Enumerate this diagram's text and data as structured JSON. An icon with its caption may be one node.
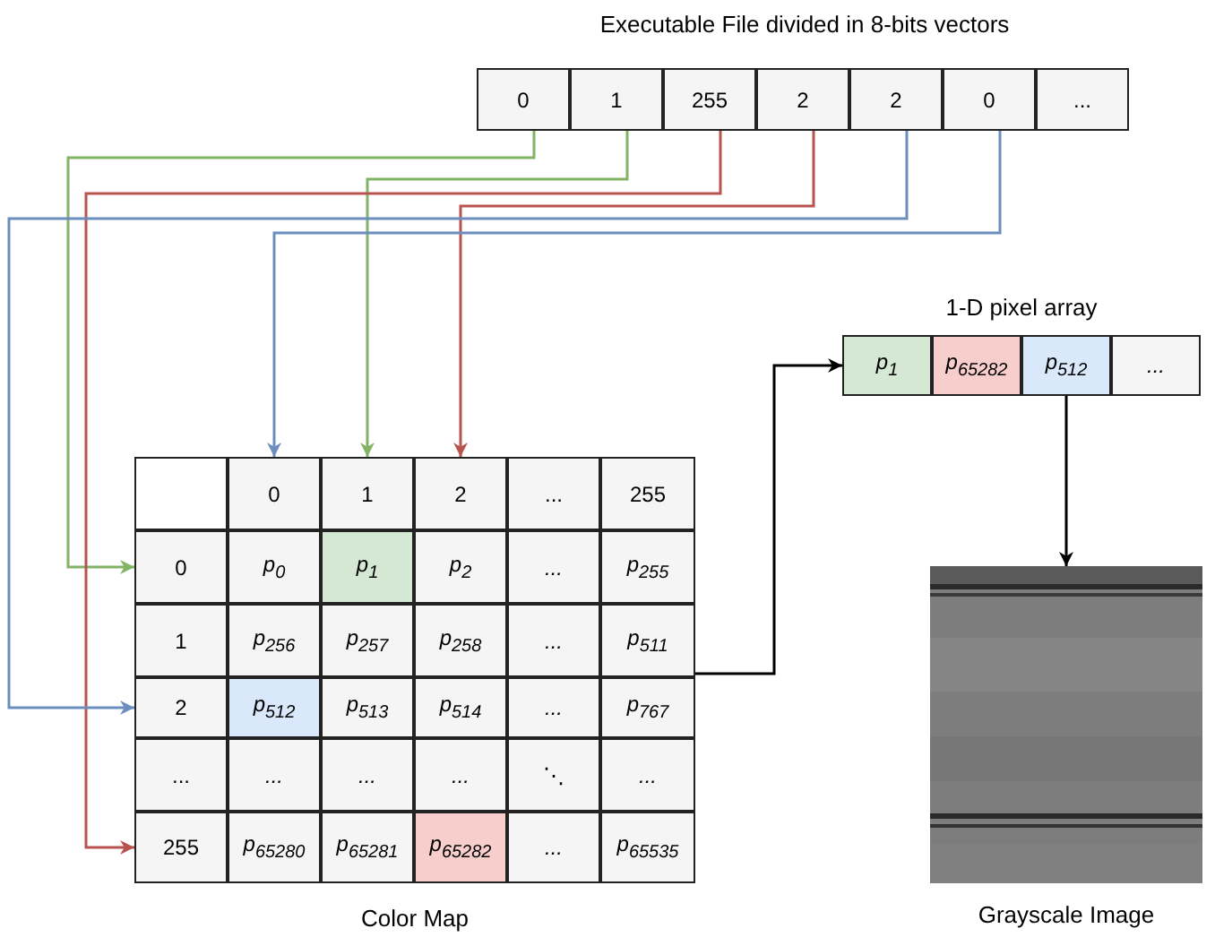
{
  "diagram": {
    "nodes": [
      {
        "text": [
          "Executable File divided in 8-bits vectors"
        ]
      },
      {
        "text": [
          "0"
        ],
        "in": 0
      },
      {
        "text": [
          "1"
        ],
        "in": 0
      },
      {
        "text": [
          "255"
        ],
        "in": 0
      },
      {
        "text": [
          "2"
        ],
        "in": 0
      },
      {
        "text": [
          "2"
        ],
        "in": 0
      },
      {
        "text": [
          "0"
        ],
        "in": 0
      },
      {
        "text": [
          "..."
        ],
        "in": 0
      },
      {
        "text": [
          "Color Map"
        ]
      },
      {
        "text": [],
        "shape": "box",
        "in": 8
      },
      {
        "text": [
          "0"
        ],
        "in": 8
      },
      {
        "text": [
          "1"
        ],
        "in": 8
      },
      {
        "text": [
          "2"
        ],
        "in": 8
      },
      {
        "text": [
          "..."
        ],
        "in": 8
      },
      {
        "text": [
          "255"
        ],
        "in": 8
      },
      {
        "text": [
          "0"
        ],
        "in": 8
      },
      {
        "text": [
          "p$_{0}$"
        ],
        "in": 8
      },
      {
        "text": [
          "p$_{1}$"
        ],
        "in": 8
      },
      {
        "text": [
          "p$_{2}$"
        ],
        "in": 8
      },
      {
        "text": [
          "..."
        ],
        "in": 8
      },
      {
        "text": [
          "p$_{255}$"
        ],
        "in": 8
      },
      {
        "text": [
          "1"
        ],
        "in": 8
      },
      {
        "text": [
          "p$_{256}$"
        ],
        "in": 8
      },
      {
        "text": [
          "p$_{257}$"
        ],
        "in": 8
      },
      {
        "text": [
          "p$_{258}$"
        ],
        "in": 8
      },
      {
        "text": [
          "..."
        ],
        "in": 8
      },
      {
        "text": [
          "p$_{511}$"
        ],
        "in": 8
      },
      {
        "text": [
          "2"
        ],
        "in": 8
      },
      {
        "text": [
          "p$_{512}$"
        ],
        "in": 8
      },
      {
        "text": [
          "p$_{513}$"
        ],
        "in": 8
      },
      {
        "text": [
          "p$_{514}$"
        ],
        "in": 8
      },
      {
        "text": [
          "..."
        ],
        "in": 8
      },
      {
        "text": [
          "p$_{767}$"
        ],
        "in": 8
      },
      {
        "text": [
          "..."
        ],
        "in": 8
      },
      {
        "text": [
          "..."
        ],
        "in": 8
      },
      {
        "text": [
          "..."
        ],
        "in": 8
      },
      {
        "text": [
          "..."
        ],
        "in": 8
      },
      {
        "text": [
          "⋱"
        ],
        "in": 8
      },
      {
        "text": [
          "..."
        ],
        "in": 8
      },
      {
        "text": [
          "255"
        ],
        "in": 8
      },
      {
        "text": [
          "p$_{65280}$"
        ],
        "in": 8
      },
      {
        "text": [
          "p$_{65281}$"
        ],
        "in": 8
      },
      {
        "text": [
          "p$_{65282}$"
        ],
        "in": 8
      },
      {
        "text": [
          "..."
        ],
        "in": 8
      },
      {
        "text": [
          "p$_{65535}$"
        ],
        "in": 8
      },
      {
        "text": [
          "1-D pixel array"
        ]
      },
      {
        "text": [
          "p$_{1}$"
        ],
        "in": 45
      },
      {
        "text": [
          "p$_{65282}$"
        ],
        "in": 45
      },
      {
        "text": [
          "p$_{512}$"
        ],
        "in": 45
      },
      {
        "text": [
          "..."
        ],
        "in": 45
      },
      {
        "text": [],
        "shape": "picture",
        "beside": [
          "Grayscale Image"
        ]
      }
    ],
    "edges": [
      {
        "from": 1,
        "to": 15,
        "arrow": "to",
        "color": "#82b366"
      },
      {
        "from": 2,
        "to": 11,
        "arrow": "to",
        "color": "#82b366"
      },
      {
        "from": 3,
        "to": 39,
        "arrow": "to",
        "color": "#b85450"
      },
      {
        "from": 4,
        "to": 12,
        "arrow": "to",
        "color": "#b85450"
      },
      {
        "from": 5,
        "to": 27,
        "arrow": "to",
        "color": "#6c8ebf"
      },
      {
        "from": 6,
        "to": 10,
        "arrow": "to",
        "color": "#6c8ebf"
      },
      {
        "from": 8,
        "to": 46,
        "arrow": "to",
        "color": "#000000"
      },
      {
        "from": 48,
        "to": 50,
        "arrow": "to",
        "color": "#000000"
      }
    ]
  }
}
